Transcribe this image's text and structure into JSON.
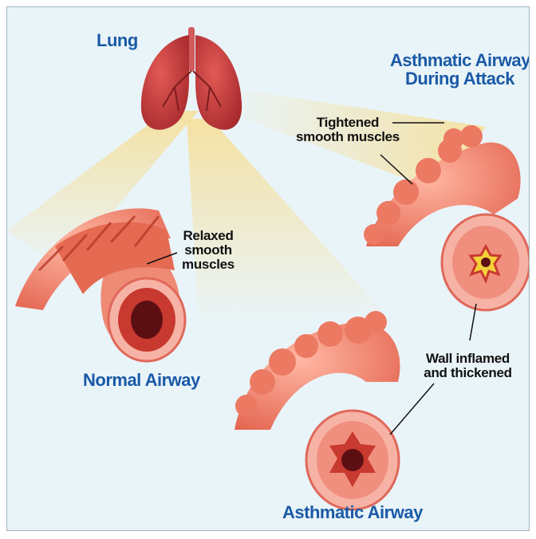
{
  "labels": {
    "lung": "Lung",
    "attack_title_line1": "Asthmatic Airway",
    "attack_title_line2": "During Attack",
    "tightened_line1": "Tightened",
    "tightened_line2": "smooth muscles",
    "relaxed_line1": "Relaxed",
    "relaxed_line2": "smooth",
    "relaxed_line3": "muscles",
    "normal_airway": "Normal Airway",
    "wall_line1": "Wall inflamed",
    "wall_line2": "and thickened",
    "asthmatic_airway": "Asthmatic Airway"
  },
  "colors": {
    "background": "#e9f4f9",
    "label_blue": "#1a5aa6",
    "label_dark": "#111111",
    "tissue": "#e8725f",
    "muscle": "#c8452f",
    "lung": "#c23a3a",
    "beam": "#f4e3a8"
  }
}
